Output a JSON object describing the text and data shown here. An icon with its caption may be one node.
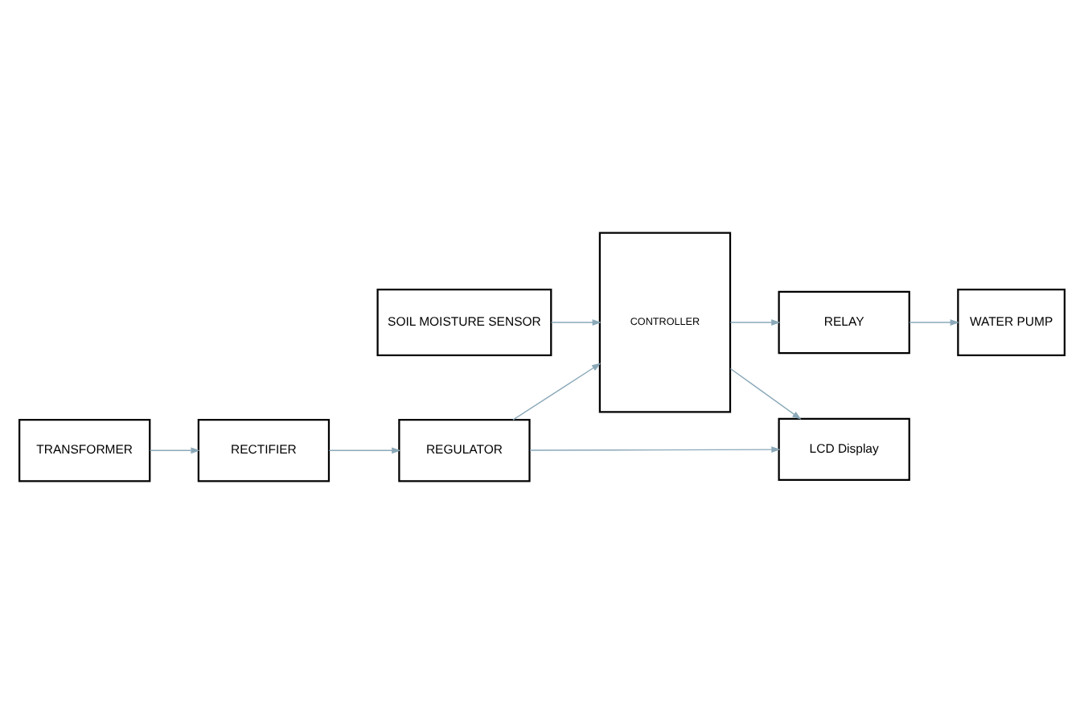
{
  "diagram": {
    "nodes": [
      {
        "text": [
          "TRANSFORMER"
        ]
      },
      {
        "text": [
          "RECTIFIER"
        ]
      },
      {
        "text": [
          "REGULATOR"
        ]
      },
      {
        "text": [
          "SOIL MOISTURE SENSOR"
        ]
      },
      {
        "text": [
          "CONTROLLER"
        ]
      },
      {
        "text": [
          "LCD Display"
        ]
      },
      {
        "text": [
          "RELAY"
        ]
      },
      {
        "text": [
          "WATER PUMP"
        ]
      }
    ],
    "edges": [
      {
        "from": 0,
        "to": 1,
        "arrow": "to"
      },
      {
        "from": 1,
        "to": 2,
        "arrow": "to"
      },
      {
        "from": 2,
        "to": 4,
        "arrow": "to"
      },
      {
        "from": 2,
        "to": 5,
        "arrow": "to"
      },
      {
        "from": 3,
        "to": 4,
        "arrow": "to"
      },
      {
        "from": 4,
        "to": 5,
        "arrow": "to"
      },
      {
        "from": 4,
        "to": 6,
        "arrow": "to"
      },
      {
        "from": 6,
        "to": 7,
        "arrow": "to"
      }
    ]
  }
}
